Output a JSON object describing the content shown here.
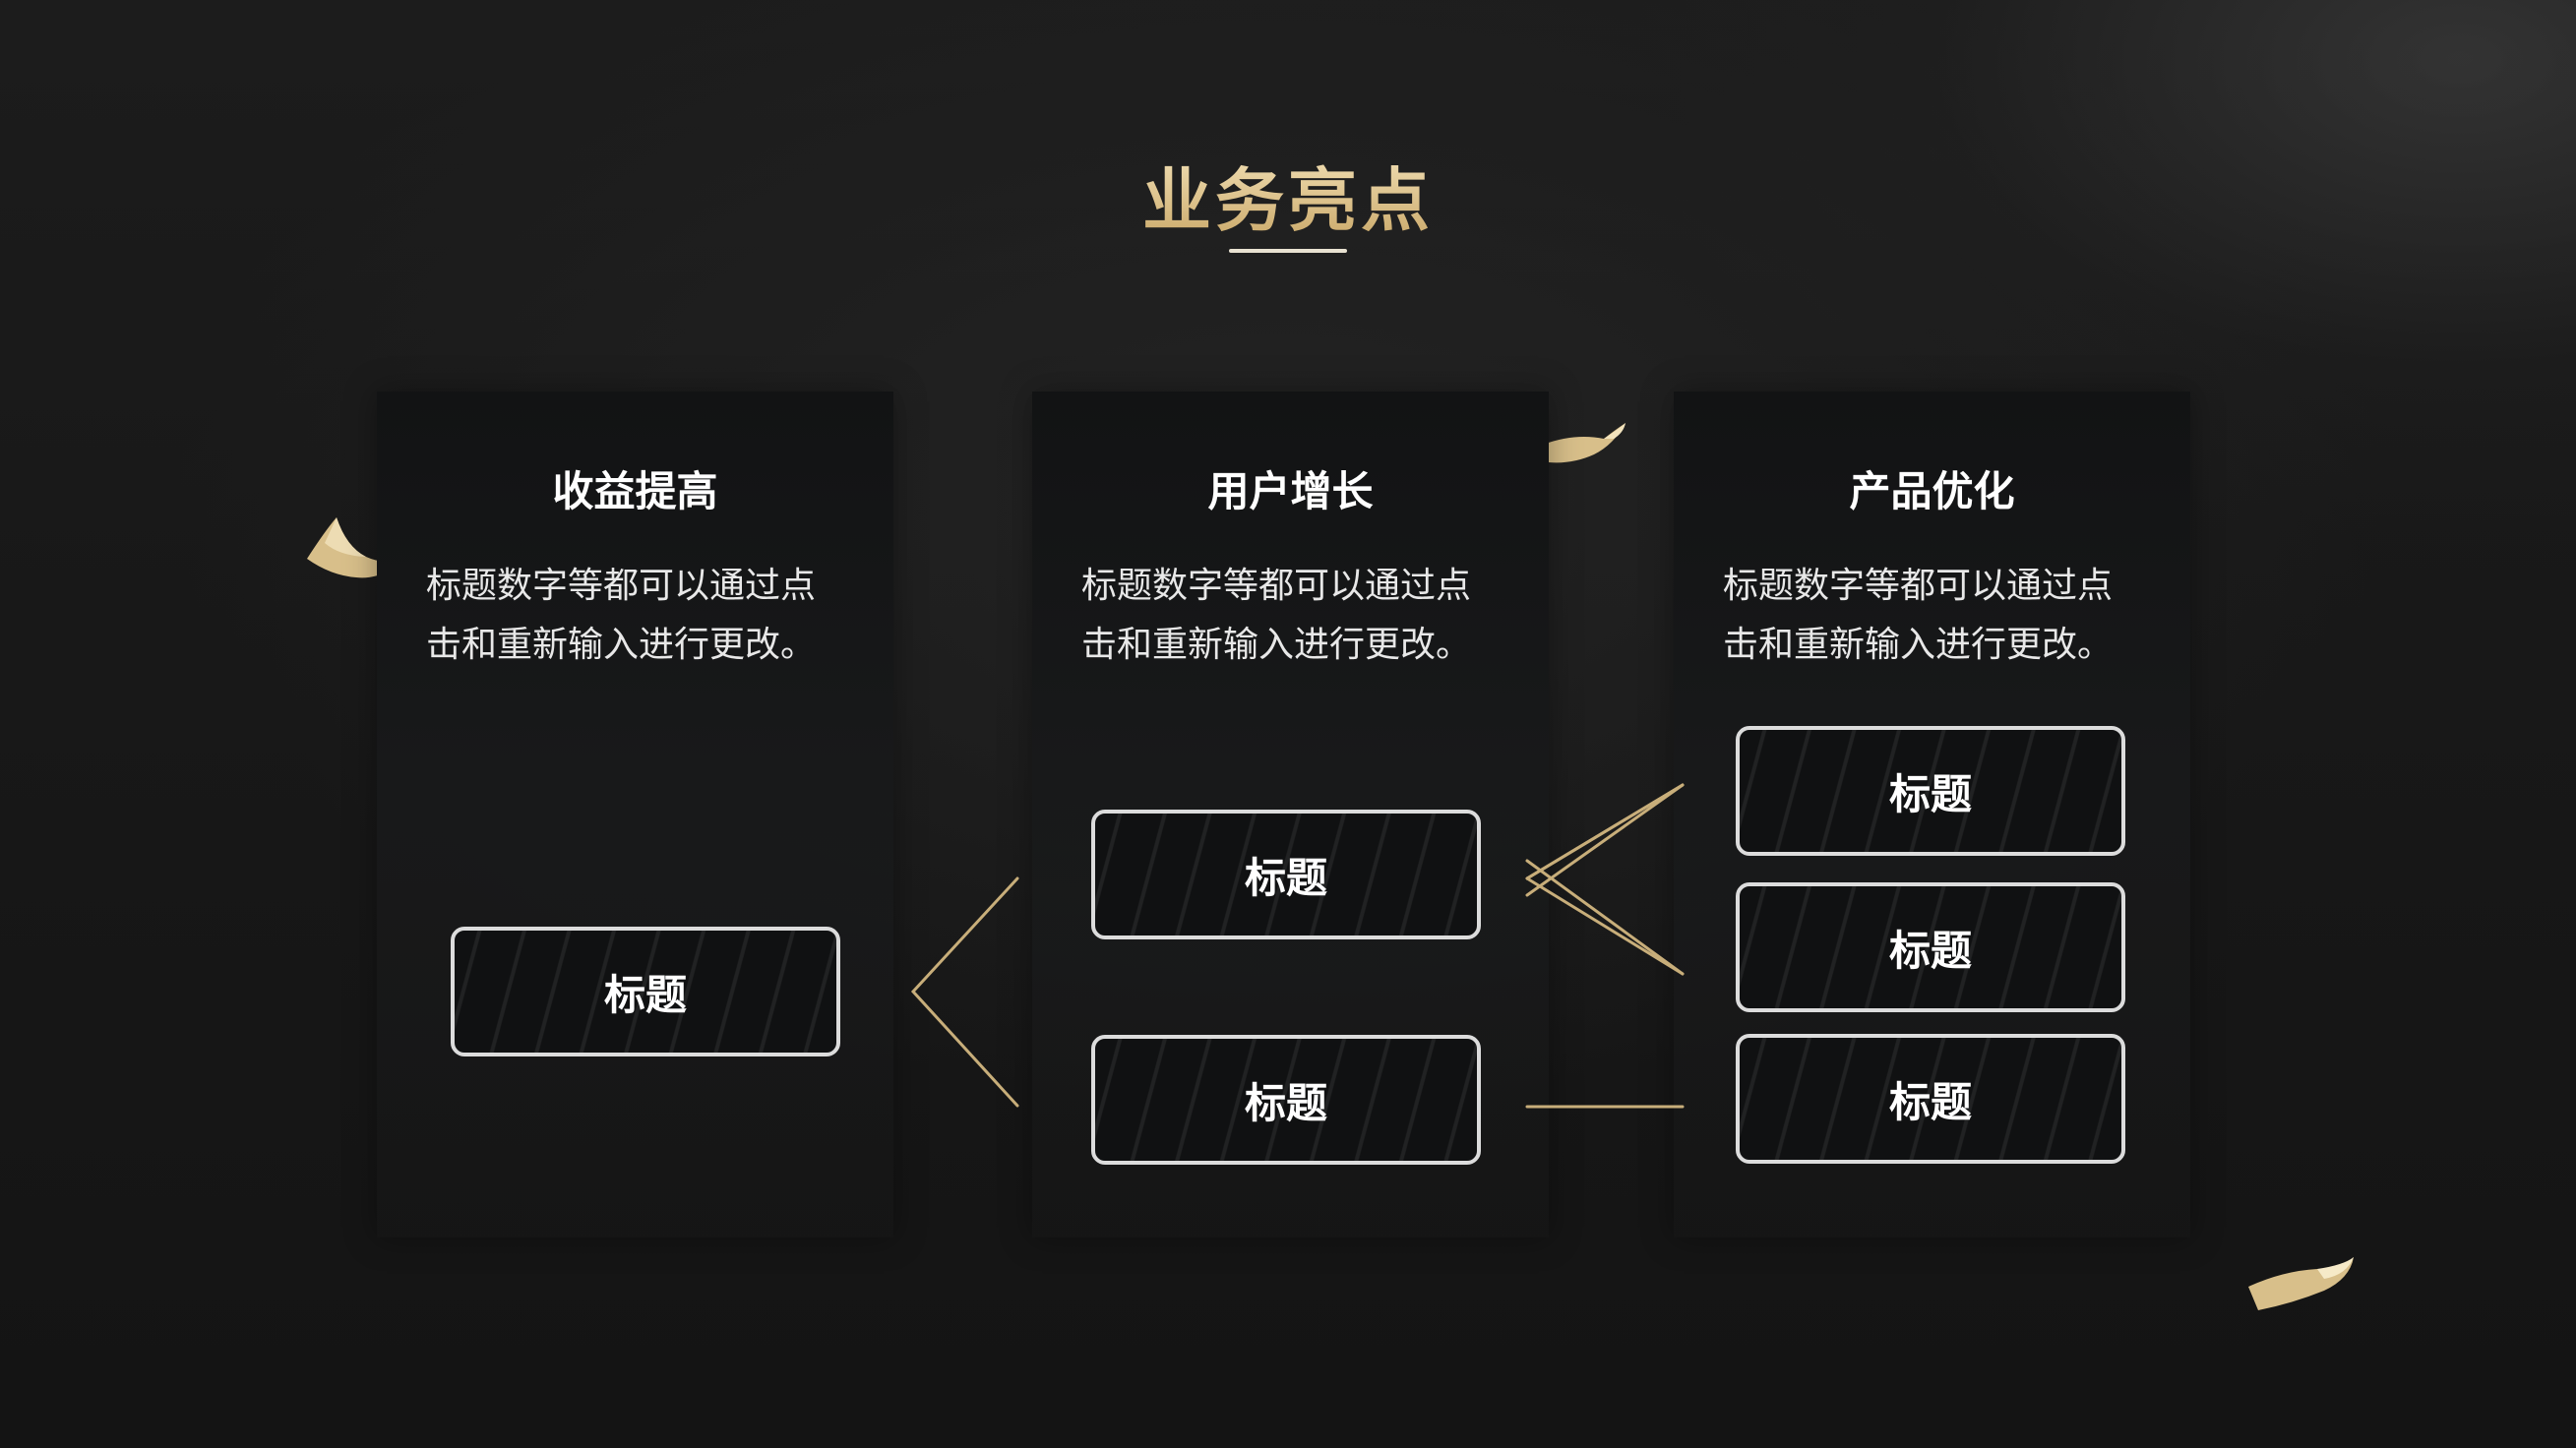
{
  "title": "业务亮点",
  "columns": [
    {
      "heading": "收益提高",
      "desc": "标题数字等都可以通过点击和重新输入进行更改。",
      "tags": [
        "标题"
      ]
    },
    {
      "heading": "用户增长",
      "desc": "标题数字等都可以通过点击和重新输入进行更改。",
      "tags": [
        "标题",
        "标题"
      ]
    },
    {
      "heading": "产品优化",
      "desc": "标题数字等都可以通过点击和重新输入进行更改。",
      "tags": [
        "标题",
        "标题",
        "标题"
      ]
    }
  ],
  "colors": {
    "accent_gold": "#d9c08c",
    "connector_gold": "#c8ae7a",
    "tag_border": "#dcdcdc",
    "background": "#151515"
  }
}
